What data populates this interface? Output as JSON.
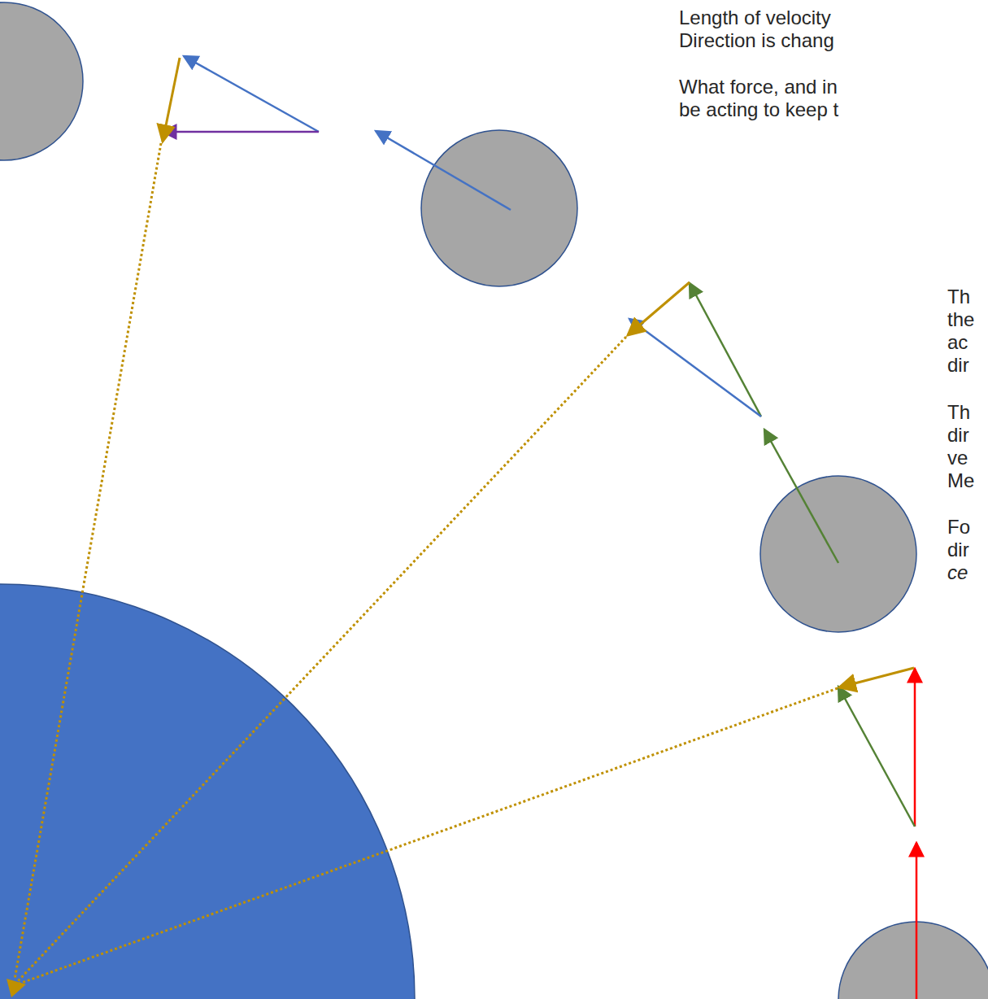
{
  "diagram": {
    "labels": [
      "Length of velocity",
      "Direction is chang",
      "What force, and in",
      "be acting to keep t",
      "Th",
      "the",
      "ac",
      "dir",
      "Th",
      "dir",
      "ve",
      "Me",
      "Fo",
      "dir",
      "ce"
    ]
  }
}
